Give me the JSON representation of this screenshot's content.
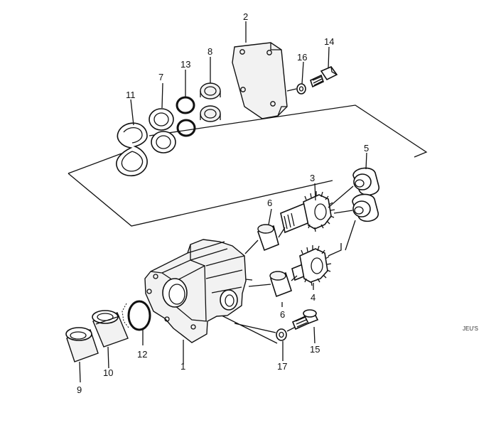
{
  "callouts": [
    {
      "id": "p1",
      "text": "1"
    },
    {
      "id": "p2",
      "text": "2"
    },
    {
      "id": "p3",
      "text": "3"
    },
    {
      "id": "p4",
      "text": "4"
    },
    {
      "id": "p5",
      "text": "5"
    },
    {
      "id": "p6a",
      "text": "6"
    },
    {
      "id": "p6b",
      "text": "6"
    },
    {
      "id": "p7",
      "text": "7"
    },
    {
      "id": "p8",
      "text": "8"
    },
    {
      "id": "p9",
      "text": "9"
    },
    {
      "id": "p10",
      "text": "10"
    },
    {
      "id": "p11",
      "text": "11"
    },
    {
      "id": "p12",
      "text": "12"
    },
    {
      "id": "p13",
      "text": "13"
    },
    {
      "id": "p14",
      "text": "14"
    },
    {
      "id": "p15",
      "text": "15"
    },
    {
      "id": "p16",
      "text": "16"
    },
    {
      "id": "p17",
      "text": "17"
    }
  ],
  "side_note": "JEU'S"
}
